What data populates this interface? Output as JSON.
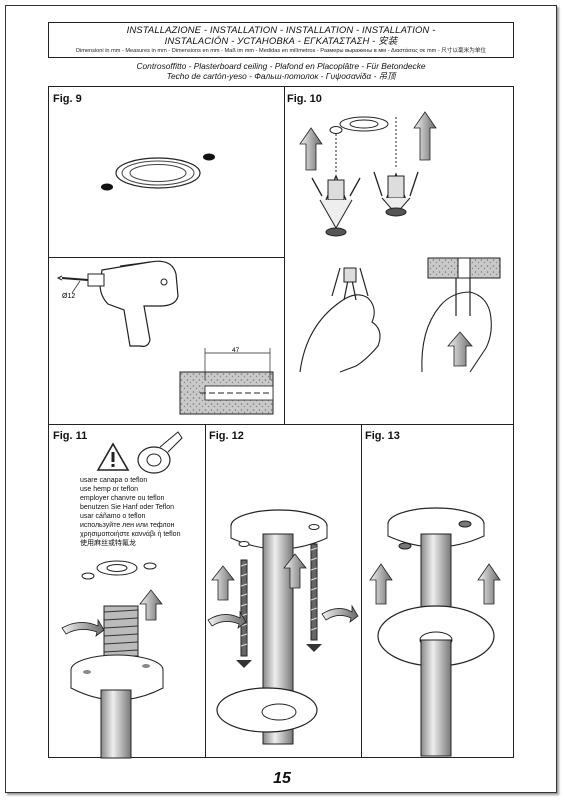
{
  "header": {
    "line1": "INSTALLAZIONE - INSTALLATION - INSTALLATION - INSTALLATION -",
    "line2": "INSTALACIÓN - УСТАНОВКА - ΕΓΚΑΤΑΣΤΑΣΗ - 安装",
    "line3": "Dimensioni in mm - Measures in mm - Dimensions en mm - Maß im mm - Medidas en milímetros - Размеры выражены в мм - Διαστάσεις σε mm - 尺寸以毫米为单位"
  },
  "subheader": {
    "line1": "Controsoffitto - Plasterboard ceiling - Plafond en Placoplâtre - Für Betondecke",
    "line2": "Techo de cartón-yeso - Фальш-потолок - Γυψοσανίδα - 吊顶"
  },
  "figures": {
    "fig9": "Fig. 9",
    "fig10": "Fig. 10",
    "fig11": "Fig. 11",
    "fig12": "Fig. 12",
    "fig13": "Fig. 13"
  },
  "drill": {
    "bit_label": "Ø12",
    "depth_label": "47"
  },
  "caution_lines": [
    "usare canapa o teflon",
    "use hemp or teflon",
    "employer chanvre ou teflon",
    "benutzen Sie Hanf oder Teflon",
    "usar cáñamo o teflon",
    "используйте лен или тефлон",
    "χρησιμοποιήστε καννάβι ή teflon",
    "使用麻丝或特氟龙"
  ],
  "page_number": "15"
}
